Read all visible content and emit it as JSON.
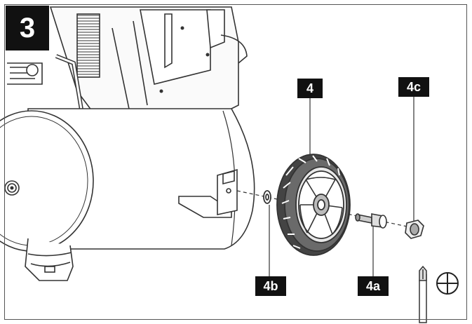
{
  "step": {
    "number": "3"
  },
  "callouts": {
    "wheel": "4",
    "axle_bolt": "4a",
    "washer": "4b",
    "cap_nut": "4c"
  },
  "tool": {
    "icon": "phillips-screwdriver-icon"
  },
  "colors": {
    "badge_bg": "#111111",
    "badge_text": "#ffffff",
    "line": "#333333"
  }
}
